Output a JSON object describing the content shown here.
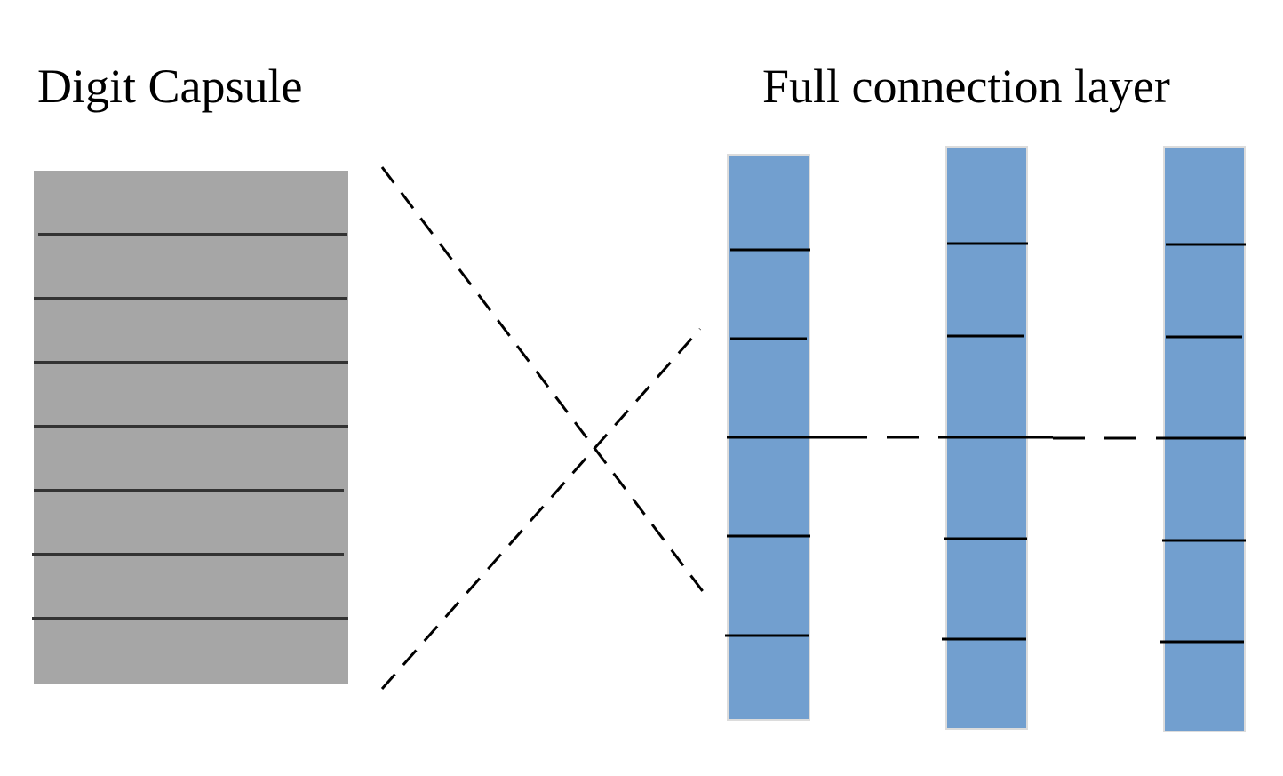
{
  "labels": {
    "digit_capsule": "Digit Capsule",
    "full_connection": "Full connection layer"
  },
  "colors": {
    "capsule_fill": "#a6a6a6",
    "fc_fill": "#729fcf",
    "line": "#000000"
  },
  "digit_capsule": {
    "segments": 8
  },
  "full_connection_columns": [
    {
      "segments": 6
    },
    {
      "segments": 6
    },
    {
      "segments": 6
    }
  ]
}
